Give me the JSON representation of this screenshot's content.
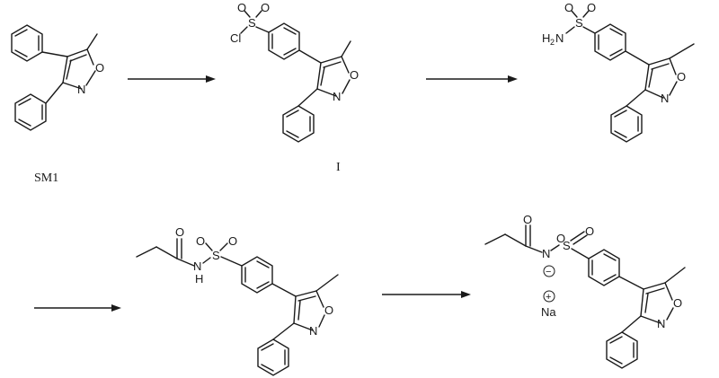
{
  "compounds": {
    "sm1_label": "SM1",
    "intermediate_label": "I"
  },
  "atoms": {
    "O": "O",
    "N": "N",
    "S": "S",
    "Cl": "Cl",
    "H": "H",
    "H2N_H": "H",
    "H2N_2": "2",
    "H2N_N": "N",
    "Na": "Na",
    "minus": "−",
    "plus": "+"
  }
}
